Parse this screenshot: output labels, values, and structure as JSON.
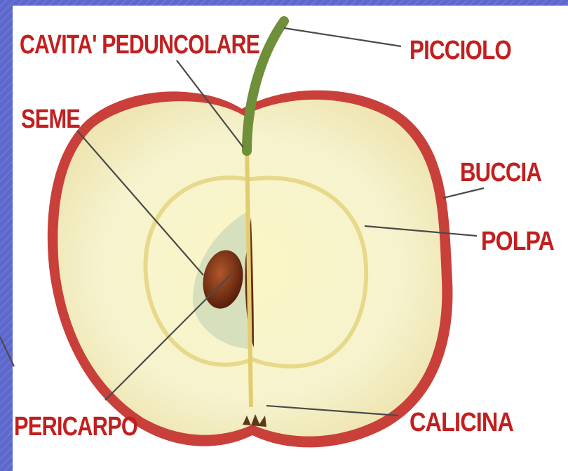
{
  "labels": {
    "cavita_peduncolare": "CAVITA' PEDUNCOLARE",
    "picciolo": "PICCIOLO",
    "seme": "SEME",
    "buccia": "BUCCIA",
    "polpa": "POLPA",
    "pericarpo": "PERICARPO",
    "calicina": "CALICINA"
  },
  "colors": {
    "label": "#c21f1f",
    "skin": "#c9403a",
    "flesh": "#f6f3cf",
    "core": "#e7d98a",
    "seed": "#6b2a12",
    "stem": "#6f8f3a",
    "background": "#5b66c9"
  }
}
